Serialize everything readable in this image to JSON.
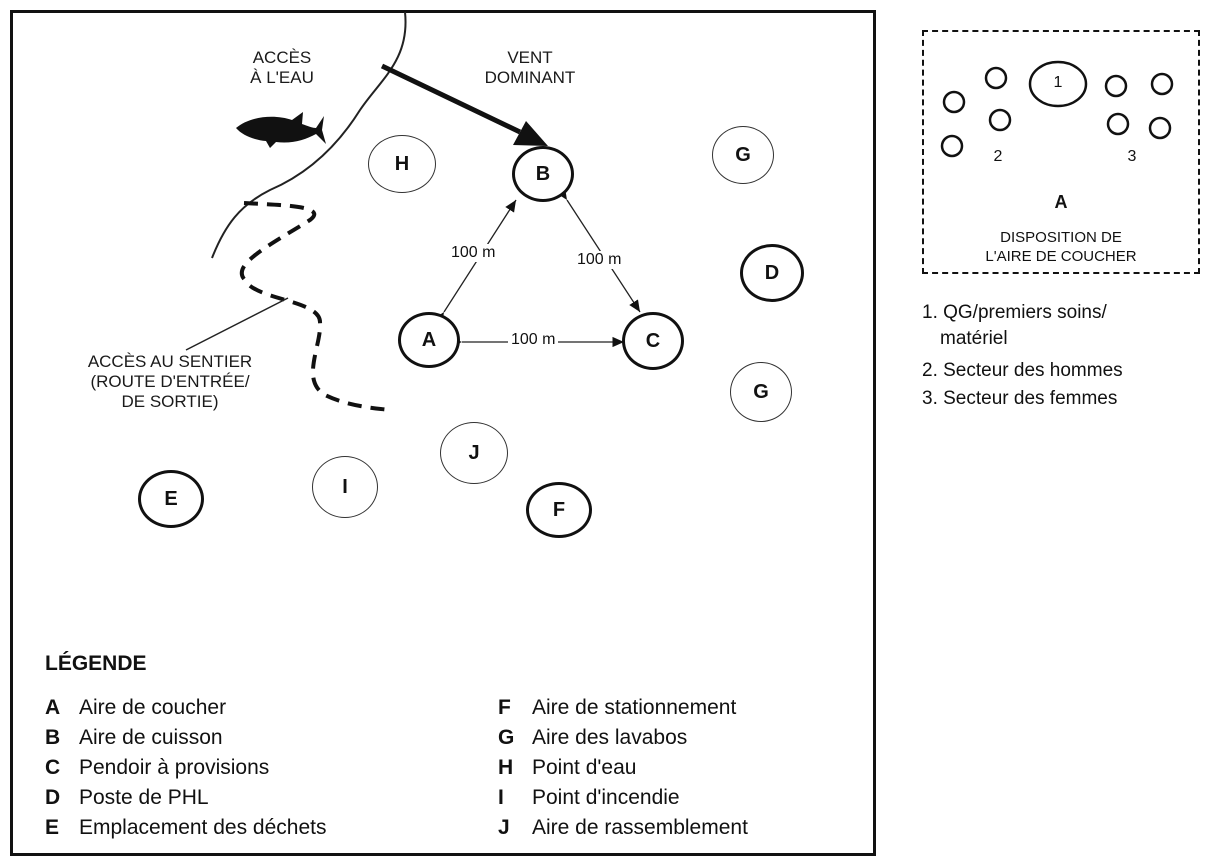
{
  "labels": {
    "water_access": [
      "ACCÈS",
      "À L'EAU"
    ],
    "wind": [
      "VENT",
      "DOMINANT"
    ],
    "trail_access": [
      "ACCÈS AU SENTIER",
      "(ROUTE D'ENTRÉE/",
      "DE SORTIE)"
    ],
    "dist_ab": "100 m",
    "dist_bc": "100 m",
    "dist_ac": "100 m"
  },
  "nodes": {
    "H": "H",
    "B": "B",
    "G1": "G",
    "D": "D",
    "A": "A",
    "C": "C",
    "G2": "G",
    "J": "J",
    "I": "I",
    "E": "E",
    "F": "F"
  },
  "legend": {
    "title": "LÉGENDE",
    "left": [
      {
        "key": "A",
        "text": "Aire de coucher"
      },
      {
        "key": "B",
        "text": "Aire de cuisson"
      },
      {
        "key": "C",
        "text": "Pendoir à provisions"
      },
      {
        "key": "D",
        "text": "Poste de PHL"
      },
      {
        "key": "E",
        "text": "Emplacement des déchets"
      }
    ],
    "right": [
      {
        "key": "F",
        "text": "Aire de stationnement"
      },
      {
        "key": "G",
        "text": "Aire des lavabos"
      },
      {
        "key": "H",
        "text": "Point d'eau"
      },
      {
        "key": "I",
        "text": "Point d'incendie"
      },
      {
        "key": "J",
        "text": "Aire de rassemblement"
      }
    ]
  },
  "inset": {
    "circle_1": "1",
    "label_2": "2",
    "label_3": "3",
    "letter": "A",
    "caption": [
      "DISPOSITION DE",
      "L'AIRE DE COUCHER"
    ]
  },
  "list": [
    "1.  QG/premiers soins/",
    "     matériel",
    "2.  Secteur des hommes",
    "3.  Secteur des femmes"
  ]
}
